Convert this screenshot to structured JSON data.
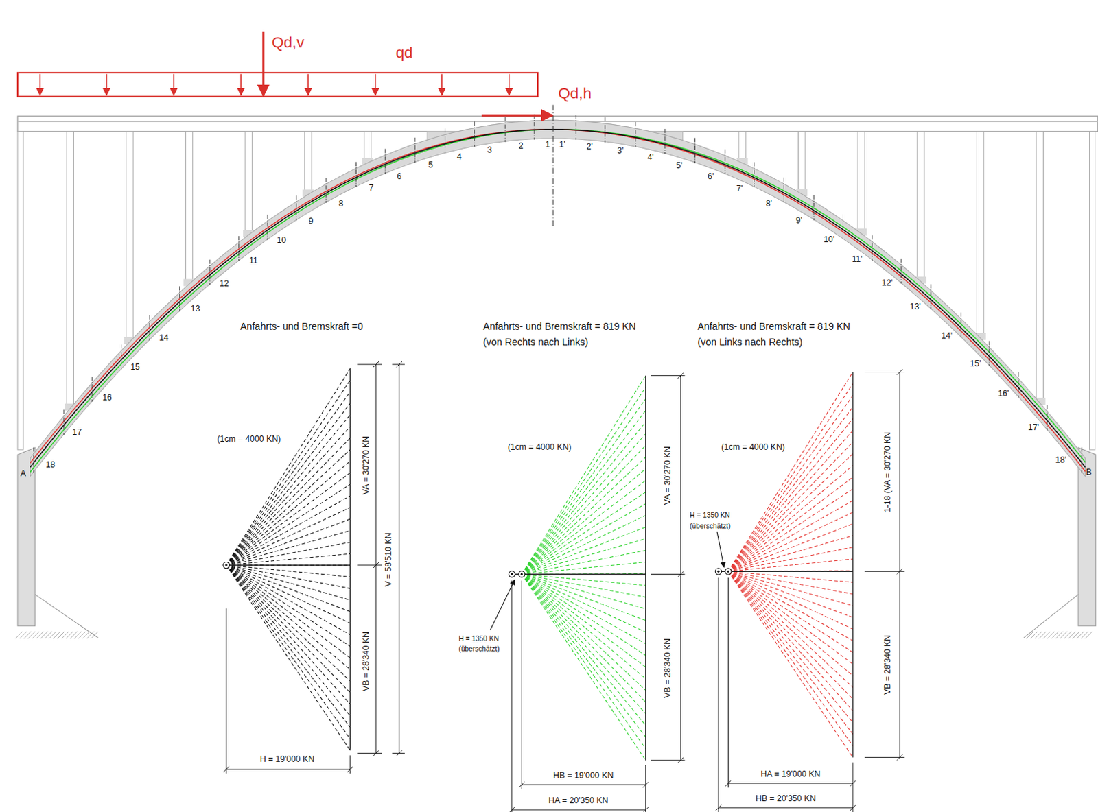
{
  "diagram": {
    "labels": [
      "Qd,v",
      "qd",
      "Qd,h",
      "1",
      "2",
      "3",
      "4",
      "5",
      "6",
      "7",
      "8",
      "9",
      "10",
      "11",
      "12",
      "13",
      "14",
      "15",
      "16",
      "17",
      "18",
      "1'",
      "2'",
      "3'",
      "4'",
      "5'",
      "6'",
      "7'",
      "8'",
      "9'",
      "10'",
      "11'",
      "12'",
      "13'",
      "14'",
      "15'",
      "16'",
      "17'",
      "18'",
      "A",
      "B",
      "Anfahrts- und Bremskraft =0",
      "Anfahrts- und Bremskraft = 819 KN",
      "(von Rechts nach Links)",
      "Anfahrts- und Bremskraft = 819 KN",
      "(von Links nach Rechts)",
      "(1cm = 4000 KN)",
      "VA = 30'270 KN",
      "VB = 28'340 KN",
      "V = 58'510 KN",
      "H = 19'000 KN",
      "(1cm = 4000 KN)",
      "VA = 30'270 KN",
      "VB = 28'340 KN",
      "H = 1350 KN",
      "(überschätzt)",
      "HB = 19'000 KN",
      "HA = 20'350 KN",
      "(1cm = 4000 KN)",
      "1-18 (VA = 30'270 KN",
      "VB = 28'340 KN",
      "H = 1350 KN",
      "(überschätzt)",
      "HA = 19'000 KN",
      "HB = 20'350 KN"
    ]
  }
}
